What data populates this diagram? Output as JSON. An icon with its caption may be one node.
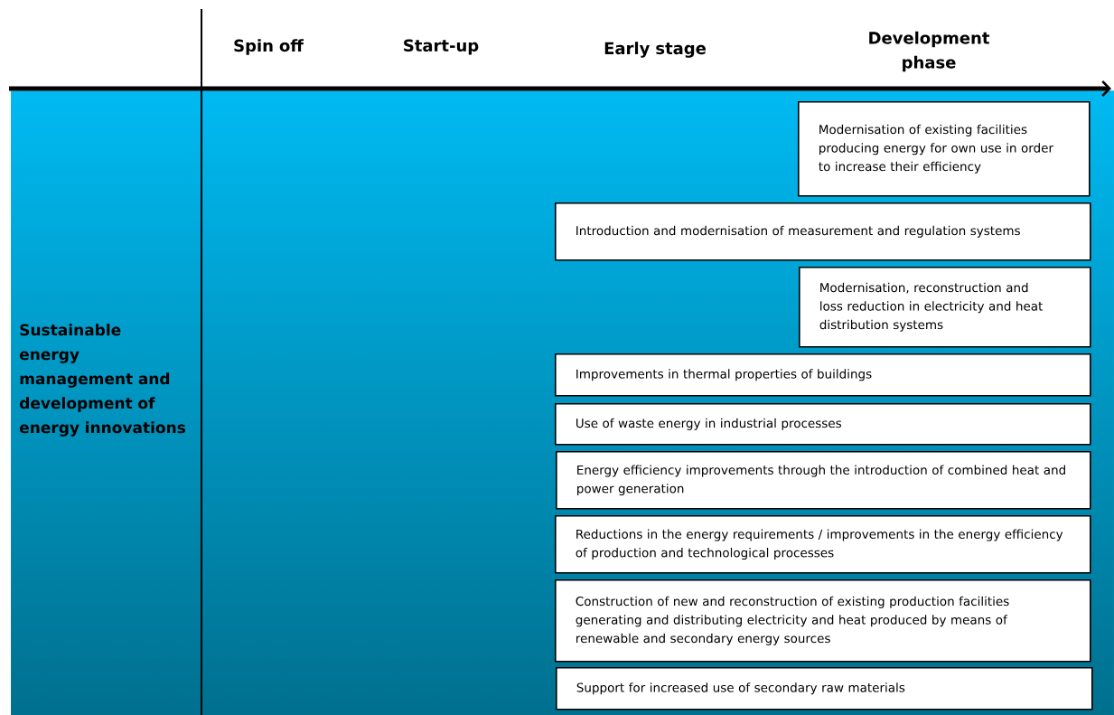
{
  "diagram": {
    "nodes": [
      {
        "text": [
          "Sustainable energy management and development of energy innovations"
        ]
      },
      {
        "text": [
          "Modernisation of existing facilities producing energy for own use in order to increase their efficiency"
        ]
      },
      {
        "text": [
          "Introduction and modernisation of measurement and regulation systems"
        ]
      },
      {
        "text": [
          "Modernisation, reconstruction and loss reduction in electricity and heat distribution systems"
        ]
      },
      {
        "text": [
          "Improvements in thermal properties of buildings"
        ]
      },
      {
        "text": [
          "Use of waste energy in industrial processes"
        ]
      },
      {
        "text": [
          "Energy efficiency improvements through the introduction of combined heat and power generation"
        ]
      },
      {
        "text": [
          "Reductions in the energy requirements / improvements in the energy efficiency of production and technological processes"
        ]
      },
      {
        "text": [
          "Construction of new and reconstruction of existing production facilities generating and distributing electricity and heat produced by means of renewable and secondary energy sources"
        ]
      },
      {
        "text": [
          "Support for increased use of secondary raw materials"
        ]
      }
    ],
    "labels": [
      "Spin off",
      "Start-up",
      "Early stage",
      "Development phase"
    ]
  }
}
